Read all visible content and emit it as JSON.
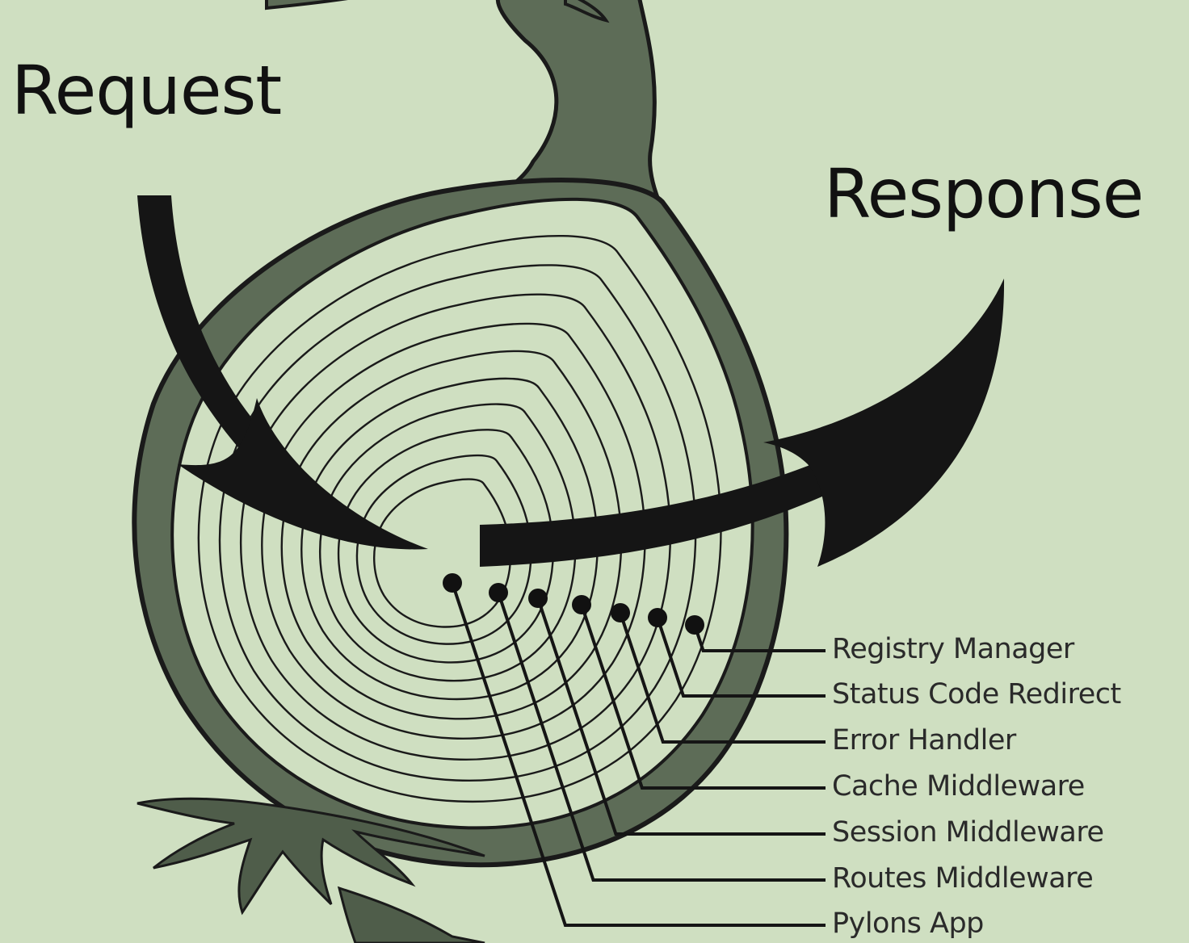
{
  "labels": {
    "request": "Request",
    "response": "Response"
  },
  "layers": [
    {
      "label": "Registry Manager"
    },
    {
      "label": "Status Code Redirect"
    },
    {
      "label": "Error Handler"
    },
    {
      "label": "Cache Middleware"
    },
    {
      "label": "Session Middleware"
    },
    {
      "label": "Routes Middleware"
    },
    {
      "label": "Pylons App"
    }
  ],
  "colors": {
    "background": "#cfdfc1",
    "onion_skin": "#5d6c57",
    "onion_flesh": "#cfdfc1",
    "ink": "#111111",
    "roots": "#4f5d4a"
  }
}
